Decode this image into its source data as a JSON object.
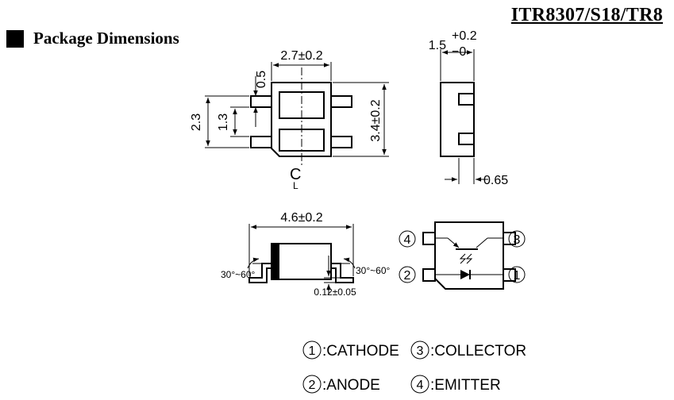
{
  "header": {
    "model": "ITR8307/S18/TR8",
    "section_title": "Package Dimensions"
  },
  "dimensions": {
    "top_width": "2.7±0.2",
    "lead_width": "0.5",
    "pitch_outer": "2.3",
    "pitch_inner": "1.3",
    "body_length": "3.4±0.2",
    "height_main": "1.5",
    "height_tol_plus": "+0.2",
    "height_tol_minus": "−0",
    "standoff": "0.65",
    "total_length": "4.6±0.2",
    "angle_left": "30°~60°",
    "angle_right": "30°~60°",
    "lead_thickness": "0.12±0.05",
    "centerline": "C",
    "centerline_sub": "L"
  },
  "pins": {
    "p1": "1",
    "p2": "2",
    "p3": "3",
    "p4": "4"
  },
  "legend": [
    {
      "num": "1",
      "label": ":CATHODE"
    },
    {
      "num": "2",
      "label": ":ANODE"
    },
    {
      "num": "3",
      "label": ":COLLECTOR"
    },
    {
      "num": "4",
      "label": ":EMITTER"
    }
  ]
}
